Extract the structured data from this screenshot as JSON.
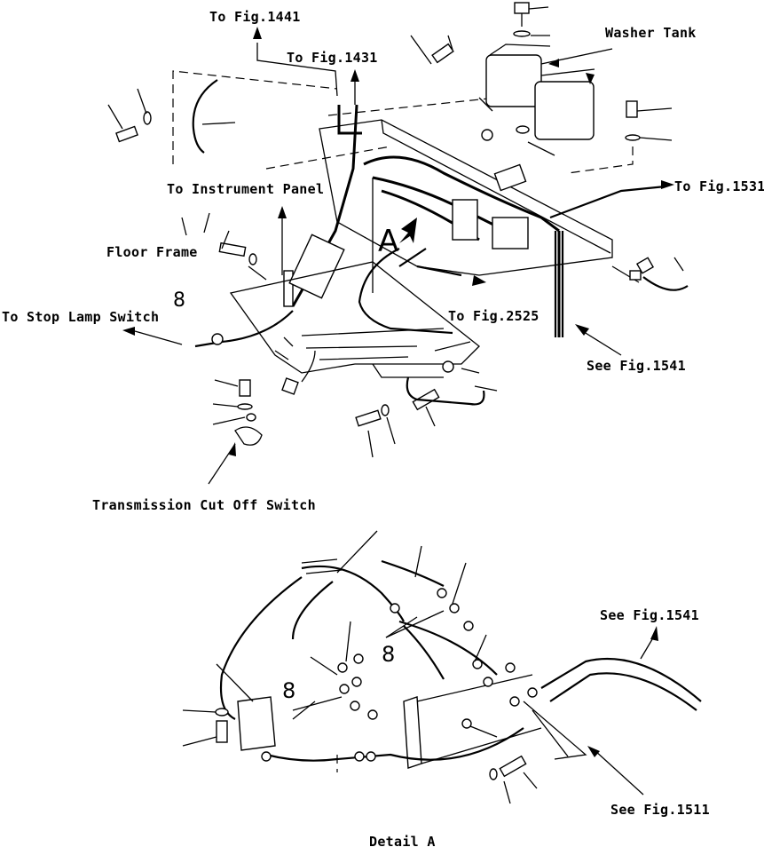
{
  "labels": {
    "fig1441": "To Fig.1441",
    "fig1431": "To Fig.1431",
    "washer_tank": "Washer Tank",
    "fig1531": "To Fig.1531",
    "instrument_panel": "To Instrument Panel",
    "floor_frame": "Floor Frame",
    "stop_lamp": "To Stop Lamp Switch",
    "fig2525": "To Fig.2525",
    "see1541_top": "See Fig.1541",
    "trans_cut": "Transmission Cut Off Switch",
    "see1541_detail": "See Fig.1541",
    "see1511": "See Fig.1511",
    "detail_a": "Detail A"
  },
  "callouts": {
    "view_a": "A",
    "group_8_left": "8",
    "group_8_detail_center": "8",
    "group_8_detail_left": "8"
  }
}
